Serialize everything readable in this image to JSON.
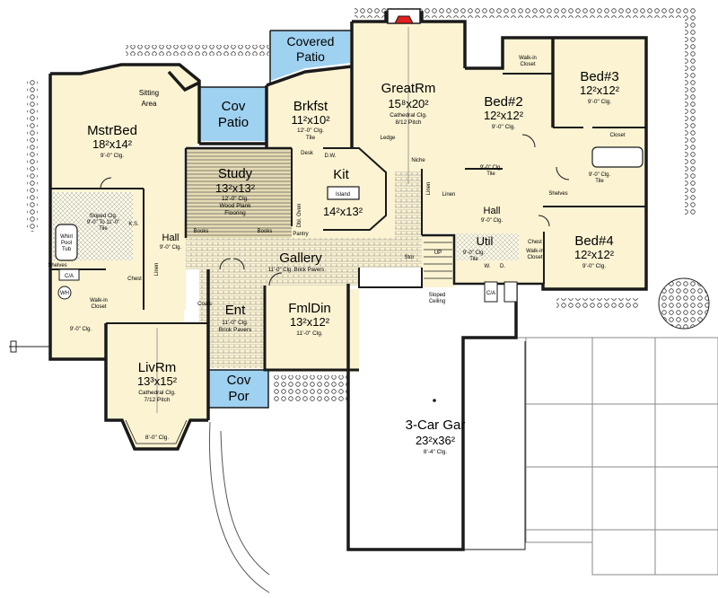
{
  "colors": {
    "room_fill": "#fbf3d2",
    "patio_fill": "#9fd1f0",
    "study_fill": "#e6dcb4",
    "walls": "#1a1a1a",
    "brick_hatch": "#777777",
    "hearth": "#e02020"
  },
  "rooms": {
    "mstrbed": {
      "name": "MstrBed",
      "size": "18²x14²",
      "note": "9'-0\" Clg."
    },
    "sitting": {
      "name_line1": "Sitting",
      "name_line2": "Area"
    },
    "cov_patio_left": {
      "name_line1": "Cov",
      "name_line2": "Patio"
    },
    "covered_patio": {
      "name_line1": "Covered",
      "name_line2": "Patio"
    },
    "brkfst": {
      "name": "Brkfst",
      "size": "11²x10²",
      "note_line1": "12'-0\" Clg.",
      "note_line2": "Tile"
    },
    "greatrm": {
      "name": "GreatRm",
      "size": "15⁸x20²",
      "note_line1": "Cathedral Clg.",
      "note_line2": "8/12 Pitch"
    },
    "bed2": {
      "name": "Bed#2",
      "size": "12²x12²",
      "note": "9'-0\" Clg."
    },
    "bed3": {
      "name": "Bed#3",
      "size": "12²x12²",
      "note": "9'-0\" Clg."
    },
    "bed4": {
      "name": "Bed#4",
      "size": "12²x12²",
      "note": "9'-0\" Clg."
    },
    "study": {
      "name": "Study",
      "size": "13²x13²",
      "note_line1": "12'-0\" Clg.",
      "note_line2": "Wood Plank",
      "note_line3": "Flooring"
    },
    "kit": {
      "name": "Kit",
      "size": "14²x13²",
      "island": "Island"
    },
    "hall_center": {
      "name": "Hall",
      "note": "9'-0\" Clg."
    },
    "hall_left": {
      "name": "Hall",
      "note": "9'-0\" Clg."
    },
    "util": {
      "name": "Util",
      "note_line1": "9'-0\" Clg.",
      "note_line2": "Tile"
    },
    "gallery": {
      "name": "Gallery",
      "note": "11'-0\" Clg.  Brick Pavers"
    },
    "ent": {
      "name": "Ent",
      "note_line1": "11'-0\" Clg.",
      "note_line2": "Brick Pavers"
    },
    "fmldin": {
      "name": "FmlDin",
      "size": "13²x12²",
      "note": "11'-0\" Clg."
    },
    "livrm": {
      "name": "LivRm",
      "size": "13³x15²",
      "note_line1": "Cathedral Clg.",
      "note_line2": "7/12 Pitch",
      "bay_note": "8'-0\" Clg."
    },
    "cov_por": {
      "name_line1": "Cov",
      "name_line2": "Por"
    },
    "garage": {
      "name": "3-Car Gar",
      "size": "23²x36²",
      "note": "8'-4\" Clg."
    },
    "walkin_closet_master": {
      "line1": "Walk-in",
      "line2": "Closet",
      "note": "9'-0\" Clg."
    },
    "bath_master": {
      "line1": "Sloped Clg.",
      "line2": "9'-0\" To 11'-0\"",
      "line3": "Tile"
    },
    "whirl": {
      "line1": "Whirl",
      "line2": "Pool",
      "line3": "Tub"
    }
  },
  "fixtures": {
    "ledge": "Ledge",
    "niche": "Niche",
    "desk": "Desk",
    "dw": "D.W.",
    "pantry": "Pantry",
    "dbl_oven": "Dbl. Oven",
    "books_left": "Books",
    "books_right": "Books",
    "stor": "Stor",
    "up": "UP",
    "sloped_ceiling_line1": "Sloped",
    "sloped_ceiling_line2": "Ceiling",
    "linen_center": "Linen",
    "linen_center2": "Linen",
    "linen_left": "Linen",
    "shelves_left": "Shelves",
    "shelves_right": "Shelves",
    "ks": "K.S.",
    "chest": "Chest",
    "coats": "Coats",
    "closet_bed3": "Closet",
    "walkin_bed3_line1": "Walk-in",
    "walkin_bed3_line2": "Closet",
    "walkin_bed4_line1": "Walk-in",
    "walkin_bed4_line2": "Closet",
    "chest_bed4": "Chest",
    "w": "W.",
    "d": "D.",
    "ca_left": "C/A",
    "ca_right": "C/A",
    "wh": "WH",
    "bath_center_note_line1": "9'-0\" Clg.",
    "bath_center_note_line2": "Tile",
    "bath_right_note_line1": "9'-0\" Clg.",
    "bath_right_note_line2": "Tile"
  }
}
